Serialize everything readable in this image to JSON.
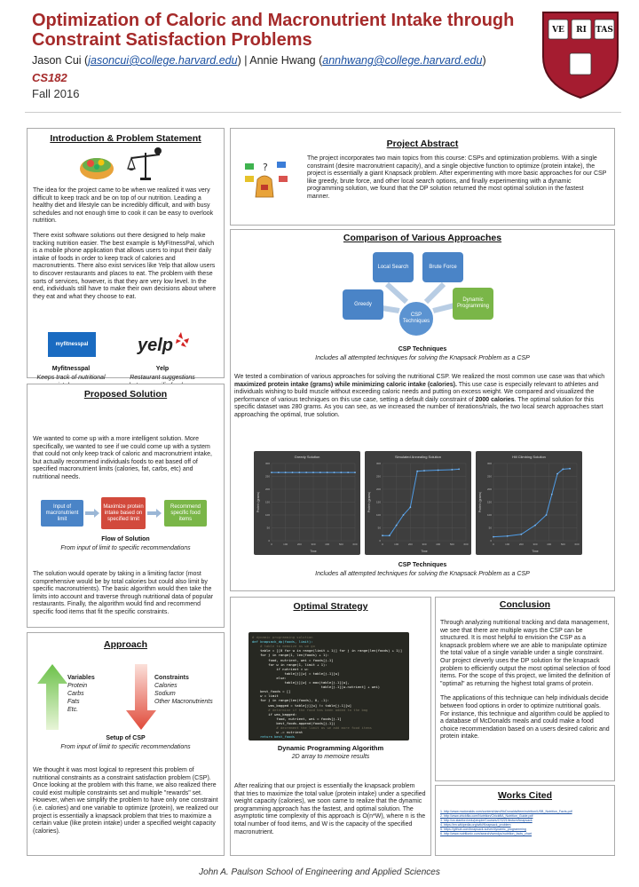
{
  "header": {
    "title": "Optimization of Caloric and Macronutrient Intake through Constraint Satisfaction Problems",
    "author1": "Jason Cui (",
    "email1": "jasoncui@college.harvard.edu",
    "sep": ") | Annie Hwang (",
    "email2": "annhwang@college.harvard.edu",
    "end": ")",
    "course": "CS182",
    "term": "Fall 2016",
    "crest_text": [
      "VE",
      "RI",
      "TAS"
    ]
  },
  "intro": {
    "title": "Introduction & Problem Statement",
    "p1": "The idea for the project came to be when we realized it was very difficult to keep track and be on top of our nutrition. Leading a healthy diet and lifestyle can be incredibly difficult, and with busy schedules and not enough time to cook it can be easy to overlook nutrition.",
    "p2": "There exist software solutions out there designed to help make tracking nutrition easier. The best example is MyFitnessPal, which is a mobile phone application that allows users to input their daily intake of foods in order to keep track of calories and macronutrients. There also exist services like Yelp that allow users to discover restaurants and places to eat. The problem with these sorts of services, however, is that they are very low level. In the end, individuals still have to make their own decisions about where they eat and what they choose to eat.",
    "logo1_text": "myfitnesspal",
    "logo2_text": "yelp",
    "cap1_title": "Myfitnesspal",
    "cap1_text": "Keeps track of nutritional intake, no recommendations",
    "cap2_title": "Yelp",
    "cap2_text": "Restaurant suggestions but no specific food recs"
  },
  "abstract": {
    "title": "Project Abstract",
    "text": "The project incorporates two main topics from this course: CSPs and optimization problems. With a single constraint (desire macronutrient capacity), and a single objective function to optimize (protein intake), the project is essentially a giant Knapsack problem. After experimenting with more basic approaches for our CSP like greedy, brute force, and other local search options, and finally experimenting with a dynamic programming solution, we found that the DP solution returned the most optimal solution in the fastest manner."
  },
  "comparison": {
    "title": "Comparison of Various Approaches",
    "nodes": {
      "local": "Local Search",
      "brute": "Brute Force",
      "greedy": "Greedy",
      "dp": "Dynamic Programming",
      "csp": "CSP Techniques"
    },
    "cap1_title": "CSP Techniques",
    "cap1_text": "Includes all attempted techniques for solving the Knapsack Problem as a CSP",
    "text_a": "We tested a combination of various approaches for solving the nutritional CSP. We realized the most common use case was that which ",
    "text_b": "maximized protein intake (grams) while minimizing caloric intake (calories).",
    "text_c": " This use case is especially relevant to athletes and individuals wishing to build muscle without exceeding caloric needs and putting on excess weight. We compared and visualized the performance of various techniques on this use case, setting a default daily constraint of ",
    "text_d": "2000 calories",
    "text_e": ". The optimal solution for this specific dataset was 280 grams. As you can see, as we increased the number of iterations/trials, the two local search approaches start approaching the optimal, true solution.",
    "cap2_title": "CSP Techniques",
    "cap2_text": "Includes all attempted techniques for solving the Knapsack Problem as a CSP"
  },
  "chart_data": [
    {
      "type": "line",
      "title": "Greedy Solution",
      "xlabel": "Time",
      "ylabel": "Protein (grams)",
      "xlim": [
        0,
        600
      ],
      "ylim": [
        0,
        300
      ],
      "x": [
        0,
        50,
        100,
        150,
        200,
        250,
        300,
        350,
        400,
        450,
        500,
        550,
        600
      ],
      "y": [
        265,
        265,
        265,
        265,
        265,
        265,
        265,
        265,
        265,
        265,
        265,
        265,
        265
      ]
    },
    {
      "type": "line",
      "title": "Simulated Annealing Solution",
      "xlabel": "Time",
      "ylabel": "Protein (grams)",
      "xlim": [
        0,
        600
      ],
      "ylim": [
        0,
        300
      ],
      "x": [
        0,
        50,
        100,
        150,
        200,
        250,
        300,
        400,
        500,
        550
      ],
      "y": [
        20,
        20,
        60,
        100,
        130,
        270,
        272,
        274,
        276,
        278
      ]
    },
    {
      "type": "line",
      "title": "Hill Climbing Solution",
      "xlabel": "Time",
      "ylabel": "Protein (grams)",
      "xlim": [
        0,
        600
      ],
      "ylim": [
        0,
        300
      ],
      "x": [
        0,
        100,
        200,
        300,
        380,
        420,
        460,
        500,
        550
      ],
      "y": [
        15,
        18,
        25,
        60,
        100,
        180,
        260,
        278,
        280
      ]
    }
  ],
  "proposed": {
    "title": "Proposed Solution",
    "p1": "We wanted to come up with a more intelligent solution. More specifically, we wanted to see if we could come up with a system that could not only keep track of caloric and macronutrient intake, but actually recommend individuals foods to eat based off of specified macronutrient limits (calories, fat, carbs, etc) and nutritional needs.",
    "flow1": "Input of macronutrient limit",
    "flow2": "Maximize protein intake based on specified limit",
    "flow3": "Recommend specific food items",
    "cap_title": "Flow of Solution",
    "cap_text": "From input of limit to specific recommendations",
    "p2": "The solution would operate by taking in a limiting factor (most comprehensive would be by total calories but could also limit by specific macronutrients). The basic algorithm would then take the limits into account and traverse through nutritional data of popular restaurants. Finally, the algorithm would find and recommend specific food items that fit the specific constraints."
  },
  "approach": {
    "title": "Approach",
    "var_title": "Variables",
    "vars": [
      "Protein",
      "Carbs",
      "Fats",
      "Etc."
    ],
    "con_title": "Constraints",
    "cons": [
      "Calories",
      "Sodium",
      "Other Macronutrients"
    ],
    "cap_title": "Setup of CSP",
    "cap_text": "From input of limit to specific recommendations",
    "p1": "We thought it was most logical to represent this problem of nutritional constraints as a constraint satisfaction problem (CSP). Once looking at the problem with this frame, we also realized there could exist multiple constraints set and multiple \"rewards\" set. However, when we simplify the problem to have only one constraint (i.e. calories) and one variable to optimize (protein), we realized our project is essentially a knapsack problem that tries to maximize a certain value (like protein intake) under a specified weight capacity (calories)."
  },
  "optimal": {
    "title": "Optimal Strategy",
    "code": [
      "# dynamic programming solution",
      "def knapsack_dp(foods, limit):",
      "    # table to memoize as we go",
      "    table = [[0 for w in range(limit + 1)] for j in range(len(foods) + 1)]",
      "    for j in range(1, len(foods) + 1):",
      "        food, nutrient, wei = foods[j-1]",
      "        for w in range(1, limit + 1):",
      "            if nutrient > w:",
      "                table[j][w] = table[j-1][w]",
      "            else:",
      "                table[j][w] = max(table[j-1][w],",
      "                                  table[j-1][w-nutrient] + wei)",
      "    best_foods = []",
      "    w = limit",
      "    for j in range(len(foods), 0, -1):",
      "        was_bagged = table[j][w] != table[j-1][w]",
      "        # determine if the food has been added to the bag",
      "        if was_bagged:",
      "            food, nutrient, wei = foods[j-1]",
      "            best_foods.append(foods[j-1])",
      "            # decrement the limit as we add more food items",
      "            w -= nutrient",
      "    return best_foods"
    ],
    "cap_title": "Dynamic Programming Algorithm",
    "cap_text": "2D array to memoize results",
    "p1": "After realizing that our project is essentially the knapsack problem that tries to maximize the total value (protein intake) under a specified weight capacity (calories), we soon came to realize that the dynamic programming approach has the fastest, and optimal solution. The asymptotic time complexity of this approach is O(n*W), where n is the total number of food items, and W is the capacity of the specified macronutrient."
  },
  "conclusion": {
    "title": "Conclusion",
    "p1": "Through analyzing nutritional tracking and data management, we see that there are multiple ways the CSP can be structured. It is most helpful to envision the CSP as a knapsack problem where we are able to manipulate optimize the total value of a single variable under a single constraint. Our project cleverly uses the DP solution for the knapsack problem to efficiently output the most optimal selection of food items. For the scope of this project, we limited the definition of \"optimal\" as returning the highest total grams of protein.",
    "p2": "The applications of this technique can help individuals decide between food options in order to optimize nutritional goals. For instance, this technique and algorithm could be applied to a database of McDonalds meals and could make a food choice recommendation based on a users desired caloric and protein intake."
  },
  "works": {
    "title": "Works Cited",
    "items": [
      "1. http://www.mcdonalds.com/content/dam/McDonalds/item/nutrition/USB_Nutrition_Facts.pdf",
      "2. http://www.chickfila.com/Nutrition/ChickfilA_Nutrition_Guide.pdf",
      "3. http://cs.stanford.edu/people/Courses/CS221/lecture/knapsack",
      "4. https://en.wikipedia.org/wiki/Knapsack_problem",
      "5. https://github.com/knapsack-solver/dynamic_programming",
      "6. http://www.nutritionix.com/search/wendys/nutrition_facts_chart"
    ]
  },
  "footer": {
    "text": "John A. Paulson School of Engineering and Applied Sciences"
  }
}
